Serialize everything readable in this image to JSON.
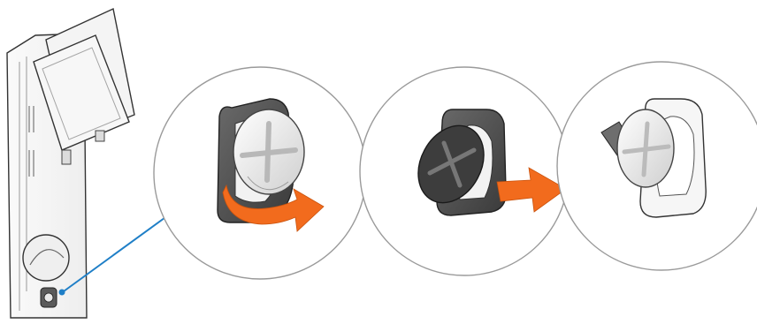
{
  "figure": {
    "kind": "illustration",
    "panels": [
      {
        "id": "overview",
        "subject": "chassis-cover-with-lock"
      },
      {
        "id": "step-1",
        "subject": "latch-rotate",
        "arrow": "curved"
      },
      {
        "id": "step-2",
        "subject": "latch-pull",
        "arrow": "straight"
      },
      {
        "id": "step-3",
        "subject": "latch-released",
        "arrow": "none"
      }
    ],
    "colors": {
      "arrow": "#f26b1d",
      "callout_line": "#1f7fc7",
      "callout_dot": "#1f7fc7",
      "bezel": "#505050",
      "bezel_light": "#e6e6e6",
      "screw": "#f2f2f2",
      "outline": "#333333"
    },
    "icons": [
      "screw-icon",
      "rotate-arrow-icon",
      "pull-arrow-icon",
      "callout-dot-icon"
    ]
  }
}
